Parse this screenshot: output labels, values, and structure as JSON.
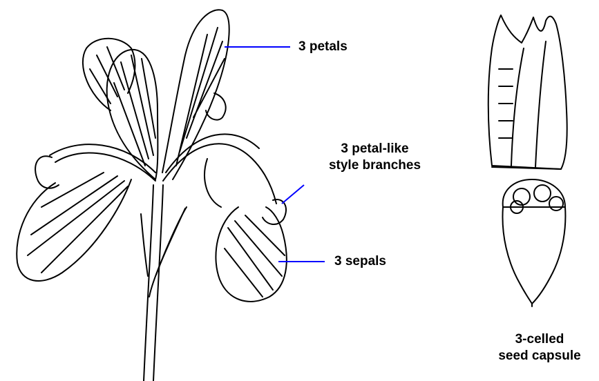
{
  "labels": {
    "petals": "3 petals",
    "style_branches_line1": "3 petal-like",
    "style_branches_line2": "style branches",
    "sepals": "3 sepals",
    "capsule_line1": "3-celled",
    "capsule_line2": "seed capsule"
  },
  "colors": {
    "leader_line": "#0000ff",
    "ink": "#000000",
    "background": "#ffffff"
  }
}
